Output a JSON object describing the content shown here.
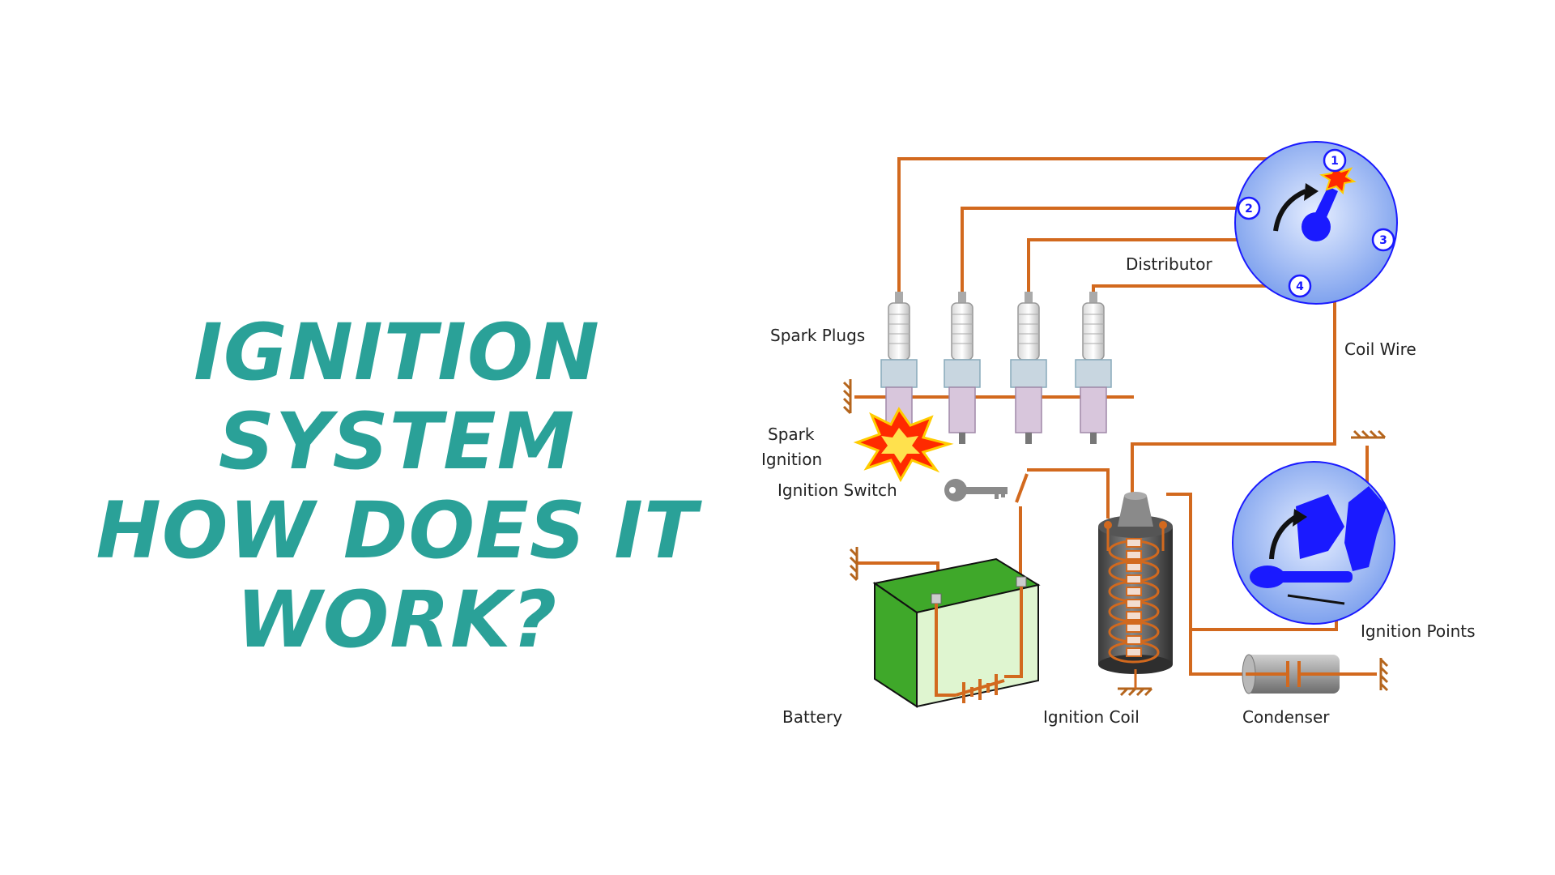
{
  "headline": {
    "line1": "IGNITION SYSTEM",
    "line2": "HOW DOES IT",
    "line3": "WORK?"
  },
  "labels": {
    "spark_plugs": "Spark Plugs",
    "spark_ignition_1": "Spark",
    "spark_ignition_2": "Ignition",
    "ignition_switch": "Ignition Switch",
    "distributor": "Distributor",
    "coil_wire": "Coil Wire",
    "ignition_points": "Ignition Points",
    "battery": "Battery",
    "ignition_coil": "Ignition Coil",
    "condenser": "Condenser"
  },
  "distributor_terminals": [
    "1",
    "2",
    "3",
    "4"
  ],
  "colors": {
    "title": "#2aa198",
    "wire": "#d2691e",
    "distributor_fill": "#a9c4f5",
    "distributor_dark": "#1a1aff",
    "battery_green": "#3fa82a",
    "battery_light": "#dff5d0",
    "spark": "#ff2a00"
  }
}
